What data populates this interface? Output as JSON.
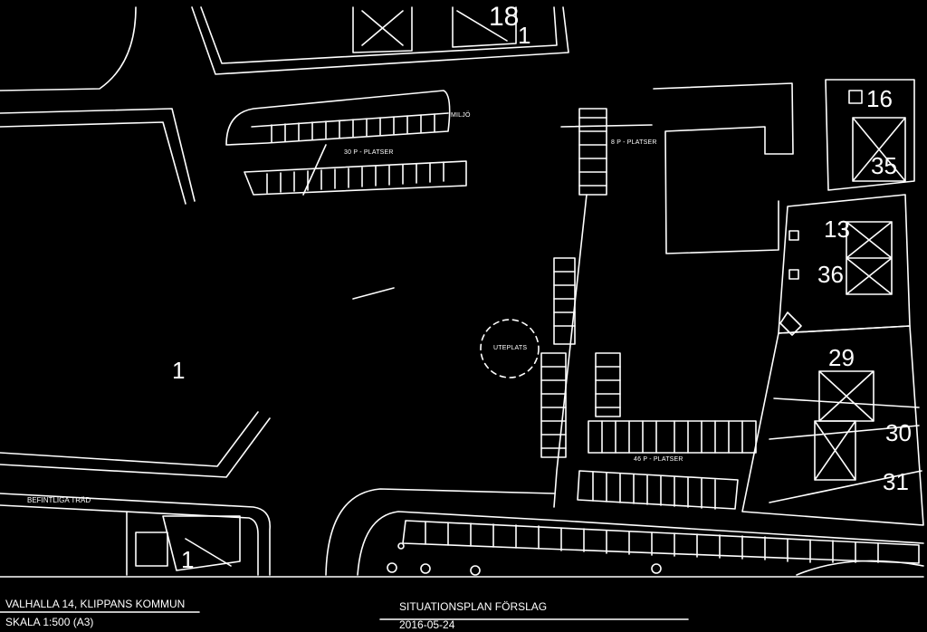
{
  "plan": {
    "lot_numbers": {
      "top_left": "18",
      "top_right": "1",
      "main": "1",
      "bottom": "1",
      "n16": "16",
      "n35": "35",
      "n13": "13",
      "n36": "36",
      "n29": "29",
      "n30": "30",
      "n31": "31"
    },
    "labels": {
      "parking_30": "30 P - PLATSER",
      "parking_8": "8 P - PLATSER",
      "parking_46": "46 P - PLATSER",
      "miljo": "MILJÖ",
      "uteplats": "UTEPLATS",
      "befintliga": "BEFINTLIGA TRÄD"
    }
  },
  "footer": {
    "project": "VALHALLA 14, KLIPPANS KOMMUN",
    "scale": "SKALA 1:500 (A3)",
    "title": "SITUATIONSPLAN FÖRSLAG",
    "date": "2016-05-24"
  },
  "colors": {
    "background": "#000000",
    "lines": "#ffffff"
  }
}
